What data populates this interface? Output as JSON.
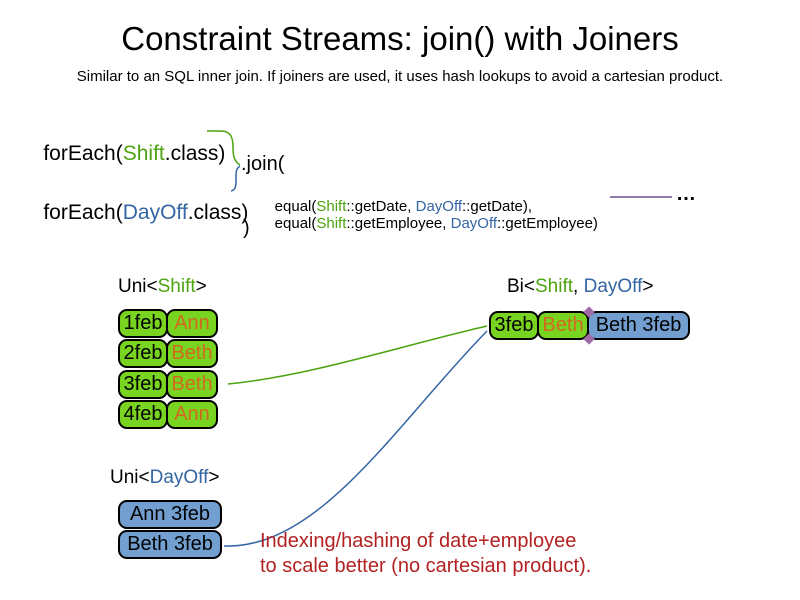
{
  "slide": {
    "title": "Constraint Streams: join() with Joiners",
    "subtitle": "Similar to an SQL inner join. If joiners are used, it uses hash lookups to avoid a cartesian product."
  },
  "code": {
    "foreach_shift": {
      "prefix": "forEach(",
      "class_name": "Shift",
      "suffix": ".class)"
    },
    "foreach_dayoff": {
      "prefix": "forEach(",
      "class_name": "DayOff",
      "suffix": ".class)"
    },
    "join_open": ".join(",
    "joiner_date": {
      "prefix": "equal(",
      "left_class": "Shift",
      "left_rest": "::getDate, ",
      "right_class": "DayOff",
      "right_rest": "::getDate),"
    },
    "joiner_employee": {
      "prefix": "equal(",
      "left_class": "Shift",
      "left_rest": "::getEmployee, ",
      "right_class": "DayOff",
      "right_rest": "::getEmployee)"
    },
    "join_close": ")",
    "more_joiners_ellipsis": "…"
  },
  "shift_stream": {
    "header": {
      "prefix": "Uni<",
      "type": "Shift",
      "suffix": ">"
    },
    "rows": [
      {
        "date": "1feb",
        "employee": "Ann"
      },
      {
        "date": "2feb",
        "employee": "Beth"
      },
      {
        "date": "3feb",
        "employee": "Beth"
      },
      {
        "date": "4feb",
        "employee": "Ann"
      }
    ]
  },
  "dayoff_stream": {
    "header": {
      "prefix": "Uni<",
      "type": "DayOff",
      "suffix": ">"
    },
    "rows": [
      {
        "label": "Ann 3feb"
      },
      {
        "label": "Beth 3feb"
      }
    ]
  },
  "bi_stream": {
    "header": {
      "prefix": "Bi<",
      "type1": "Shift",
      "separator": ", ",
      "type2": "DayOff",
      "suffix": ">"
    },
    "row": {
      "date": "3feb",
      "employee": "Beth",
      "dayoff": "Beth 3feb"
    }
  },
  "note": {
    "line1": "Indexing/hashing of date+employee",
    "line2": "to scale better (no cartesian product)."
  },
  "colors": {
    "shift_green_fill": "#79d421",
    "shift_green_text": "#4ca410",
    "dayoff_blue_fill": "#729fcf",
    "dayoff_blue_text": "#3465a4",
    "employee_orange_text": "#d2691e",
    "note_red_text": "#b22222",
    "joiner_purple_line": "#6b4e8e",
    "junction_diamond": "#a06ba6"
  }
}
